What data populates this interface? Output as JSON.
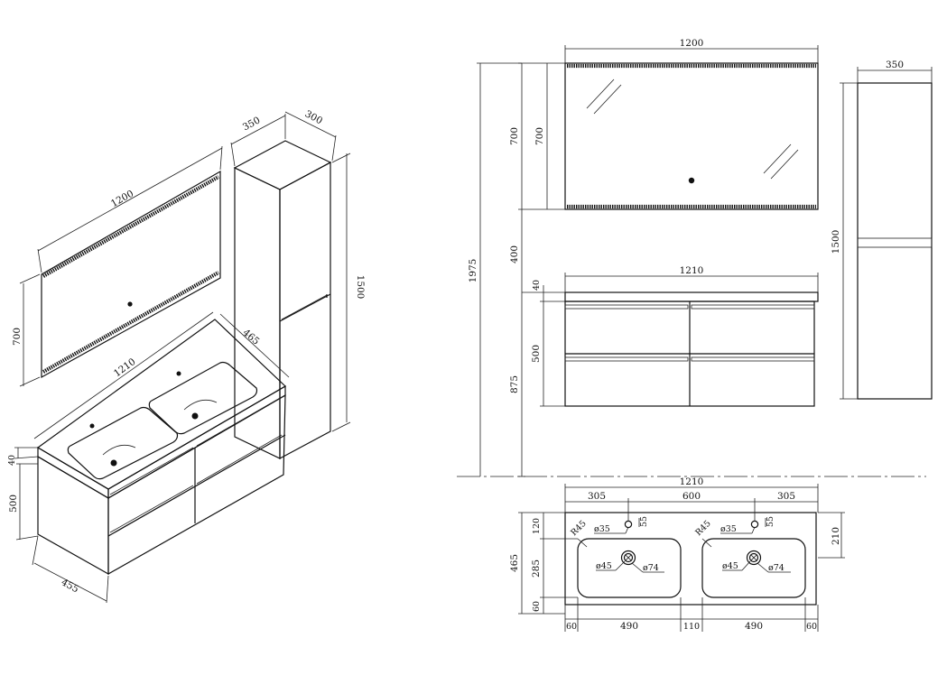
{
  "iso": {
    "mirror_width": "1200",
    "mirror_height": "700",
    "column_width": "350",
    "column_depth": "300",
    "column_height": "1500",
    "vanity_depth_top": "465",
    "vanity_width": "1210",
    "vanity_top_thickness": "40",
    "vanity_height": "500",
    "vanity_depth_bottom": "455"
  },
  "front": {
    "mirror_width": "1200",
    "mirror_height_a": "700",
    "mirror_height_b": "700",
    "gap": "400",
    "total_height": "1975",
    "top_thickness": "40",
    "cabinet_width": "1210",
    "cabinet_height": "500",
    "floor_height": "875",
    "column_width": "350",
    "column_height": "1500"
  },
  "plan": {
    "overall_width": "1210",
    "left_offset": "305",
    "center_spacing": "600",
    "right_offset": "305",
    "depth": "465",
    "front_margin": "120",
    "basin_depth": "285",
    "back_margin": "60",
    "tap_offset": "210",
    "edge_left": "60",
    "basin_width_left": "490",
    "middle": "110",
    "basin_width_right": "490",
    "edge_right": "60",
    "radius_left": "R45",
    "radius_right": "R45",
    "tap_hole_left": "ø35",
    "tap_hole_right": "ø35",
    "tap_offset_left": "55",
    "tap_offset_right": "55",
    "drain_left_inner": "ø45",
    "drain_left_outer": "ø74",
    "drain_right_inner": "ø45",
    "drain_right_outer": "ø74"
  }
}
